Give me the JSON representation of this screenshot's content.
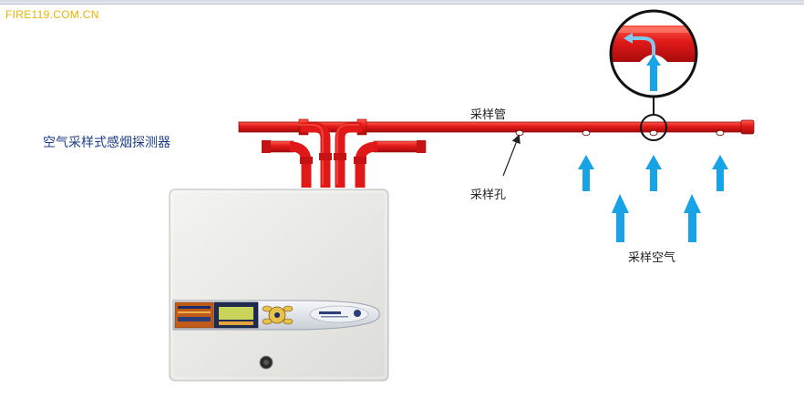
{
  "watermark": "FIRE119.COM.CN",
  "title": "空气采样式感烟探测器",
  "labels": {
    "pipe": "采样管",
    "hole": "采样孔",
    "air": "采样空气"
  },
  "colors": {
    "pipe": "#e01818",
    "pipe_dark": "#a80c0c",
    "arrow": "#17a3e6",
    "title": "#1d3f86",
    "watermark": "#e6b400"
  }
}
